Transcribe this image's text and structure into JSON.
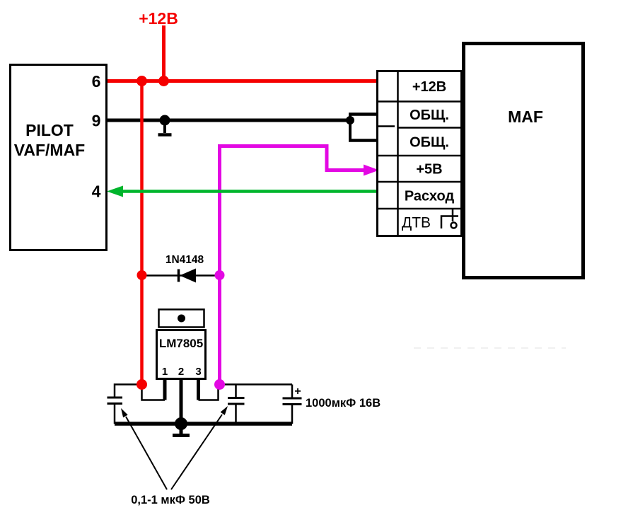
{
  "colors": {
    "plus12": "#f50000",
    "ground": "#000000",
    "plus5": "#e308e3",
    "signal": "#00b52c"
  },
  "labels": {
    "supply": "+12В",
    "diode": "1N4148",
    "regulator": "LM7805",
    "cap_bulk": "1000мкФ 16В",
    "cap_bulk_plus": "+",
    "cap_small": "0,1-1 мкФ 50В"
  },
  "pilot": {
    "title_line1": "PILOT",
    "title_line2": "VAF/MAF",
    "pins": [
      {
        "number": "6"
      },
      {
        "number": "9"
      },
      {
        "number": "4"
      }
    ]
  },
  "maf": {
    "title": "MAF"
  },
  "connector": {
    "rows": [
      "+12В",
      "ОБЩ.",
      "ОБЩ.",
      "+5В",
      "Расход",
      "ДТВ"
    ]
  },
  "regulator_pins": [
    "1",
    "2",
    "3"
  ]
}
